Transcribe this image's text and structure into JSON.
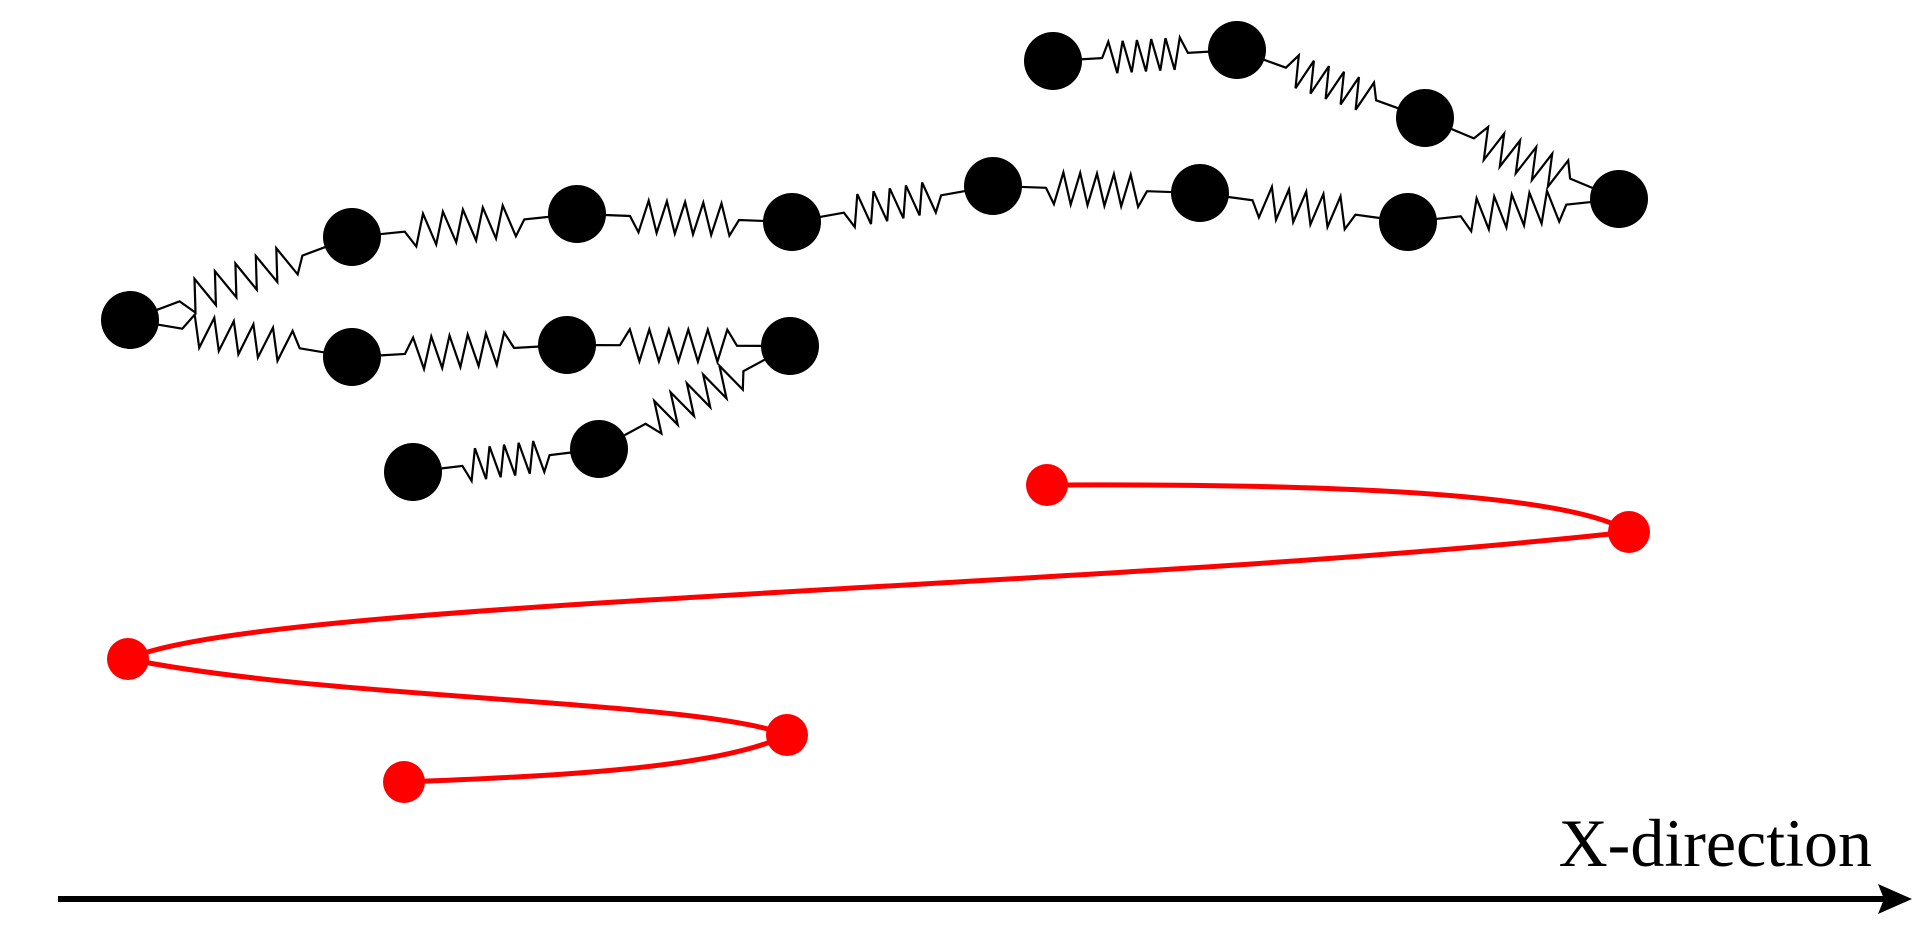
{
  "diagram": {
    "axis_label": "X-direction",
    "bead_spring_chain": {
      "bead_count": 16,
      "spring_count": 15,
      "bead_color": "#000000",
      "spring_color": "#000000"
    },
    "coarse_grained_chain": {
      "node_count": 5,
      "segment_count": 4,
      "color": "#ff0000"
    },
    "axis_color": "#000000"
  }
}
